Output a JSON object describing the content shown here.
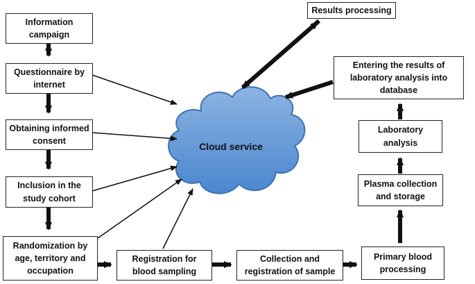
{
  "diagram": {
    "nodes": {
      "info_campaign": "Information\ncampaign",
      "questionnaire": "Questionnaire by\ninternet",
      "consent": "Obtaining  informed\nconsent",
      "inclusion": "Inclusion in the\nstudy cohort",
      "randomization": "Randomization by\nage, territory and\noccupation",
      "registration": "Registration  for\nblood sampling",
      "collection": "Collection and\nregistration of sample",
      "primary": "Primary blood\nprocessing",
      "plasma": "Plasma  collection\nand storage",
      "lab": "Laboratory\nanalysis",
      "entering": "Entering the results of\nlaboratory analysis into\ndatabase",
      "results": "Results processing",
      "cloud": "Cloud service"
    },
    "colors": {
      "cloud_fill_top": "#8db4e2",
      "cloud_fill_bottom": "#4a86cf",
      "cloud_stroke": "#3f72b0",
      "border": "#222222"
    }
  }
}
